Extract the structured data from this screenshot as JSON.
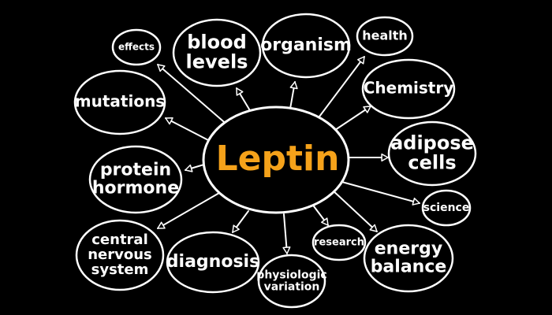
{
  "colors": {
    "background": "#000000",
    "stroke": "#ffffff",
    "center_text": "#f5a21a",
    "node_text": "#ffffff"
  },
  "center": {
    "label": "Leptin"
  },
  "nodes": [
    {
      "id": "effects",
      "lines": [
        "effects"
      ]
    },
    {
      "id": "blood-levels",
      "lines": [
        "blood",
        "levels"
      ]
    },
    {
      "id": "organism",
      "lines": [
        "organism"
      ]
    },
    {
      "id": "health",
      "lines": [
        "health"
      ]
    },
    {
      "id": "chemistry",
      "lines": [
        "Chemistry"
      ]
    },
    {
      "id": "mutations",
      "lines": [
        "mutations"
      ]
    },
    {
      "id": "adipose-cells",
      "lines": [
        "adipose",
        "cells"
      ]
    },
    {
      "id": "protein-hormone",
      "lines": [
        "protein",
        "hormone"
      ]
    },
    {
      "id": "science",
      "lines": [
        "science"
      ]
    },
    {
      "id": "central-nervous-system",
      "lines": [
        "central",
        "nervous",
        "system"
      ]
    },
    {
      "id": "diagnosis",
      "lines": [
        "diagnosis"
      ]
    },
    {
      "id": "physiologic-variation",
      "lines": [
        "physiologic",
        "variation"
      ]
    },
    {
      "id": "research",
      "lines": [
        "research"
      ]
    },
    {
      "id": "energy-balance",
      "lines": [
        "energy",
        "balance"
      ]
    }
  ]
}
